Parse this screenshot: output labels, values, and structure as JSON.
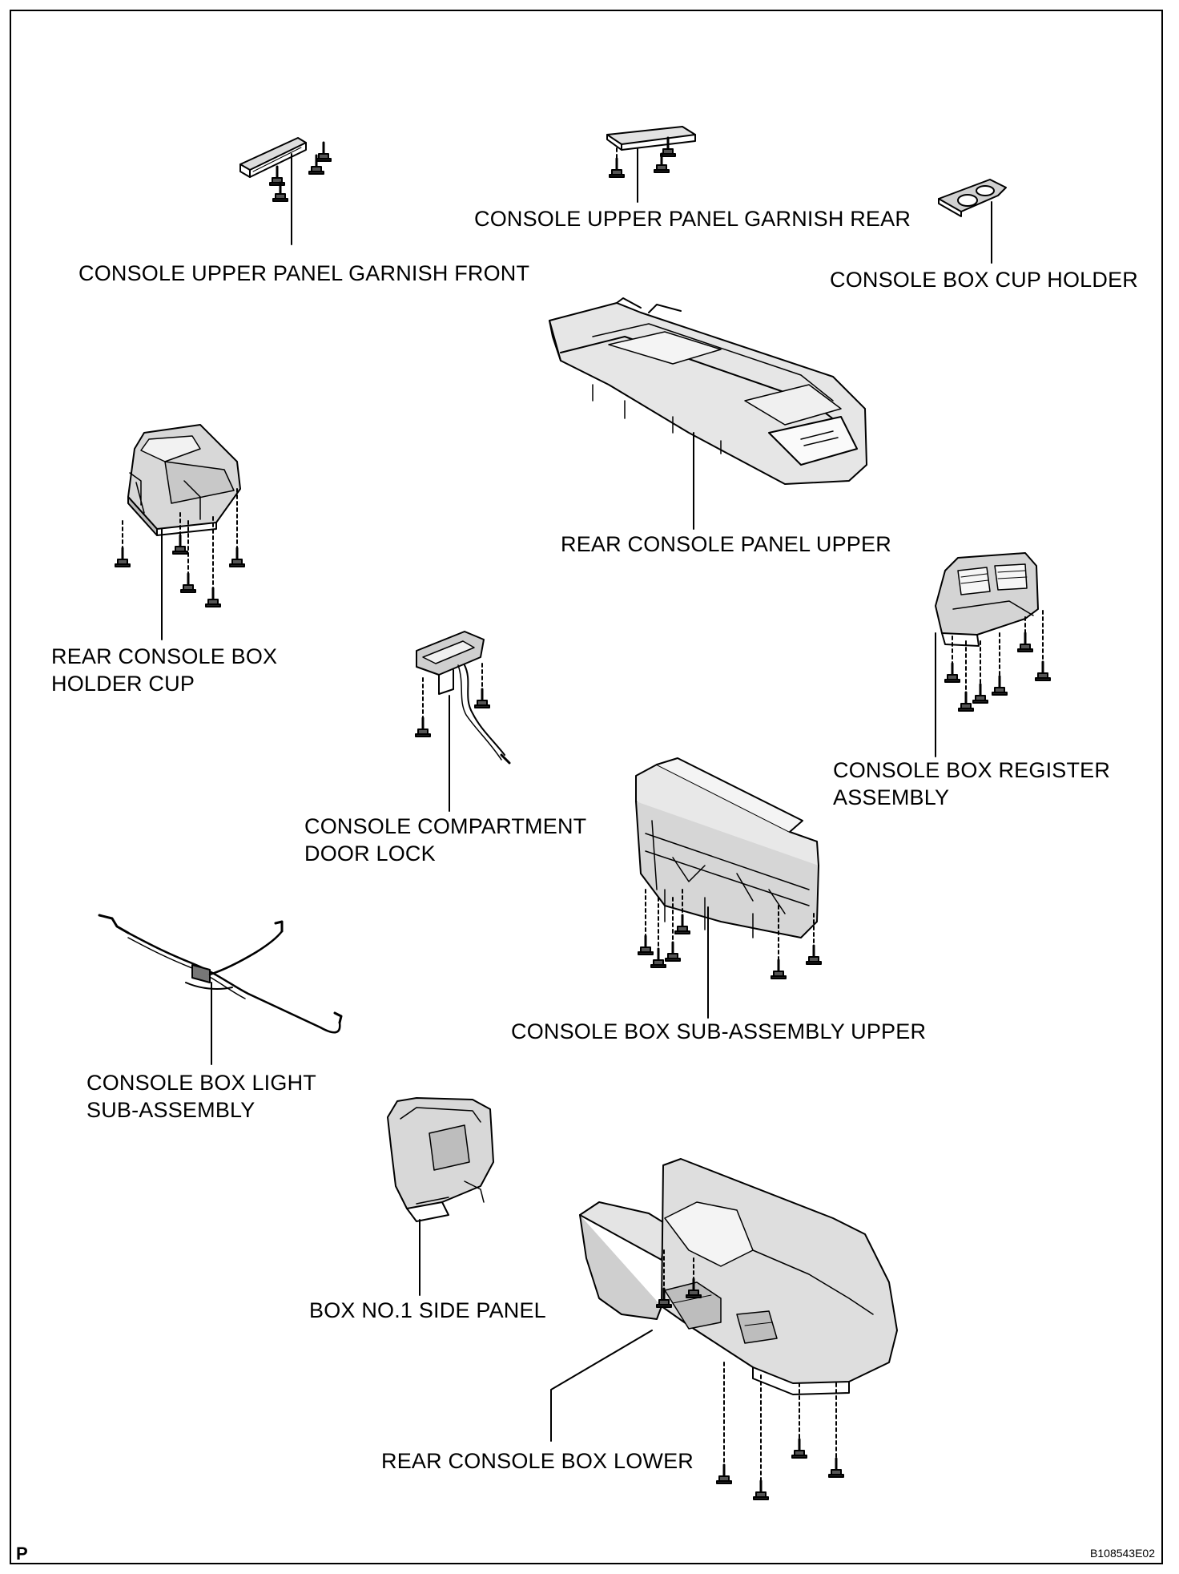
{
  "labels": {
    "garnish_front": "CONSOLE UPPER PANEL GARNISH FRONT",
    "garnish_rear": "CONSOLE UPPER PANEL GARNISH REAR",
    "cup_holder": "CONSOLE BOX CUP HOLDER",
    "panel_upper": "REAR CONSOLE PANEL UPPER",
    "holder_cup_line1": "REAR CONSOLE BOX",
    "holder_cup_line2": "HOLDER CUP",
    "register_line1": "CONSOLE BOX REGISTER",
    "register_line2": "ASSEMBLY",
    "door_lock_line1": "CONSOLE COMPARTMENT",
    "door_lock_line2": "DOOR LOCK",
    "sub_assembly_upper": "CONSOLE BOX SUB-ASSEMBLY UPPER",
    "light_line1": "CONSOLE BOX LIGHT",
    "light_line2": "SUB-ASSEMBLY",
    "side_panel": "BOX NO.1 SIDE PANEL",
    "box_lower": "REAR CONSOLE BOX LOWER"
  },
  "footer": {
    "corner_mark": "P",
    "figure_code": "B108543E02"
  }
}
